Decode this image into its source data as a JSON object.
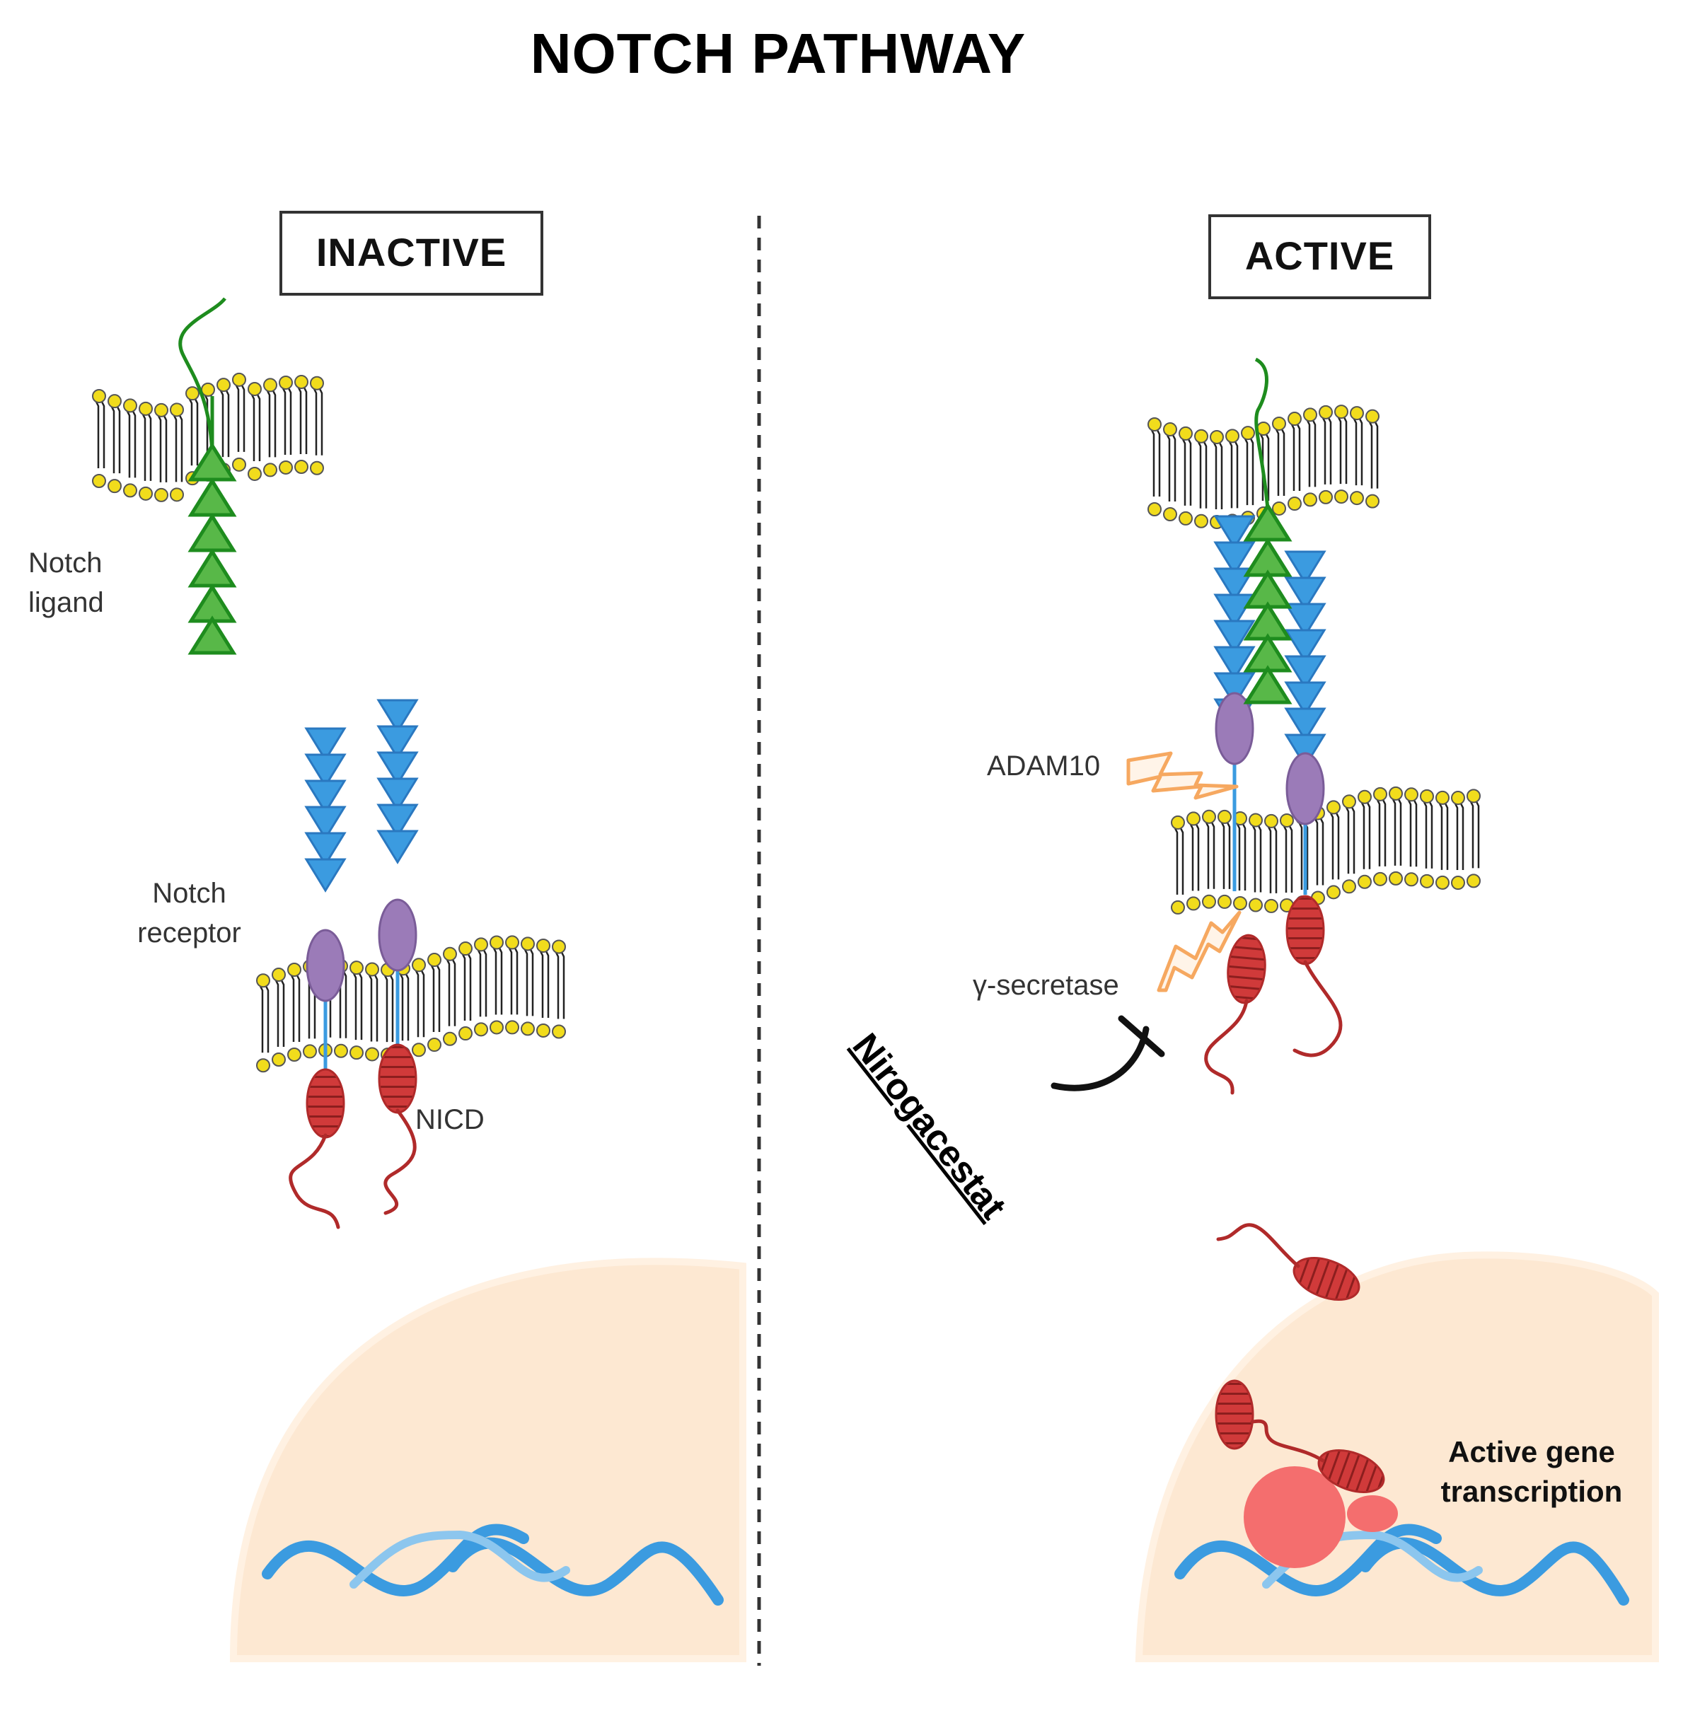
{
  "title": "NOTCH PATHWAY",
  "panels": {
    "inactive": {
      "label": "INACTIVE"
    },
    "active": {
      "label": "ACTIVE"
    }
  },
  "labels": {
    "notch_ligand": "Notch\nligand",
    "notch_receptor": "Notch\nreceptor",
    "nicd": "NICD",
    "adam10": "ADAM10",
    "gamma_secretase": "γ-secretase",
    "drug": "Nirogacestat",
    "transcription": "Active gene\ntranscription"
  },
  "colors": {
    "ligand": "#58b848",
    "ligand_stroke": "#1e8c1e",
    "receptor": "#3b9be0",
    "receptor_stroke": "#2a78c0",
    "purple_domain": "#9b7bb8",
    "nicd": "#d03a3a",
    "head": "#f1dc1c",
    "nucleus": "#fde8d2",
    "dna": "#3b9be0",
    "enzyme_bolt": "#f6a860",
    "transcription_factor": "#f46e6e"
  }
}
